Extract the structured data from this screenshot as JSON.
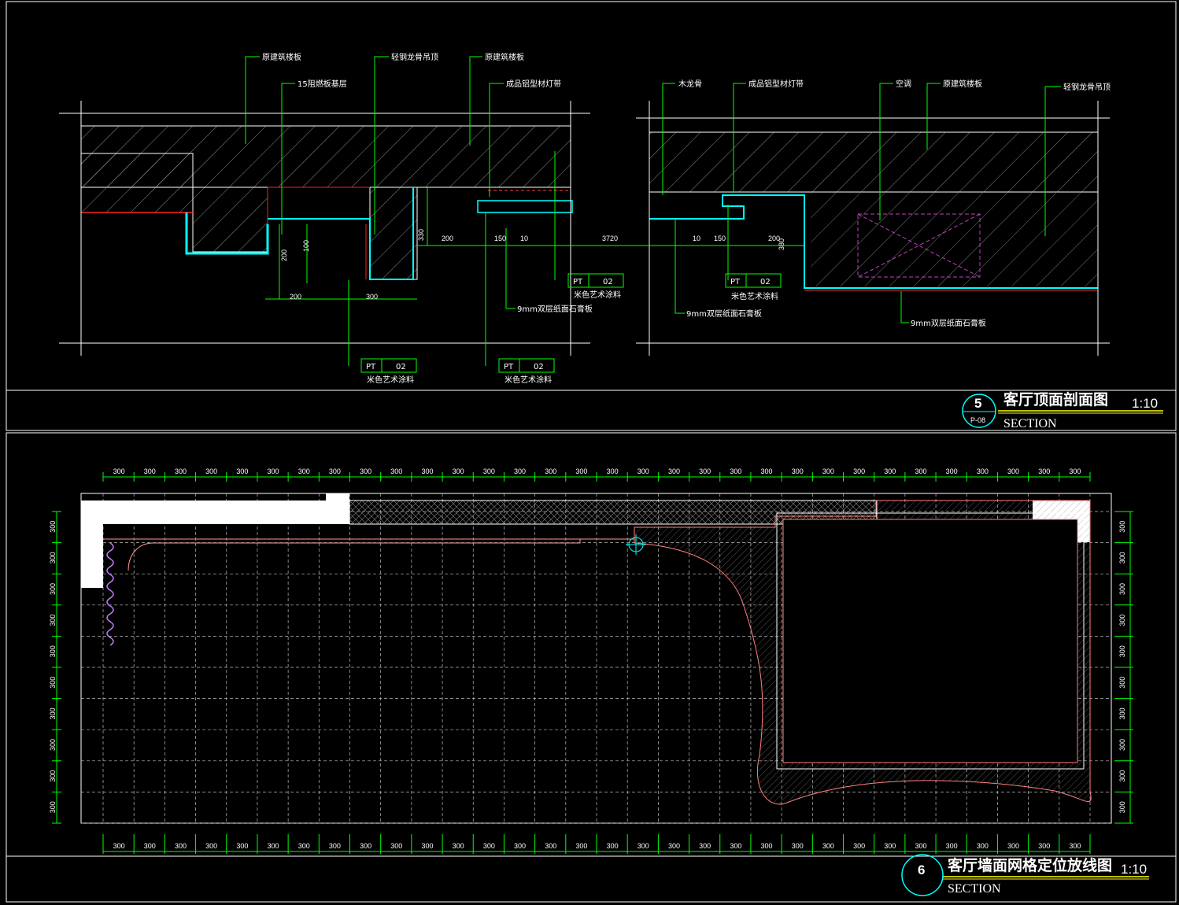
{
  "section5": {
    "number": "5",
    "sheet": "P-08",
    "title": "客厅顶面剖面图",
    "subtitle": "SECTION",
    "scale": "1:10",
    "labels": {
      "slab_left": "原建筑楼板",
      "base_layer": "15阻燃板基层",
      "keel_ceiling_left": "轻钢龙骨吊顶",
      "slab_mid": "原建筑楼板",
      "light_strip_left": "成品铝型材灯带",
      "wood_keel": "木龙骨",
      "light_strip_right": "成品铝型材灯带",
      "aircon": "空调",
      "slab_right": "原建筑楼板",
      "keel_ceiling_right": "轻钢龙骨吊顶",
      "gypsum_a": "9mm双层纸面石膏板",
      "gypsum_b": "9mm双层纸面石膏板",
      "gypsum_c": "9mm双层纸面石膏板"
    },
    "tags": [
      {
        "code": "PT",
        "num": "02",
        "desc": "米色艺术涂料"
      },
      {
        "code": "PT",
        "num": "02",
        "desc": "米色艺术涂料"
      },
      {
        "code": "PT",
        "num": "02",
        "desc": "米色艺术涂料"
      },
      {
        "code": "PT",
        "num": "02",
        "desc": "米色艺术涂料"
      }
    ],
    "dims": {
      "d200a": "200",
      "d300": "300",
      "d200b": "200",
      "d100": "100",
      "d330": "330",
      "d200c": "200",
      "d150a": "150",
      "d10a": "10",
      "d3720": "3720",
      "d10b": "10",
      "d150b": "150",
      "d200d": "200",
      "d380": "380"
    }
  },
  "section6": {
    "number": "6",
    "title": "客厅墙面网格定位放线图",
    "subtitle": "SECTION",
    "scale": "1:10",
    "grid_module": "300",
    "columns": 32,
    "rows": 10
  }
}
